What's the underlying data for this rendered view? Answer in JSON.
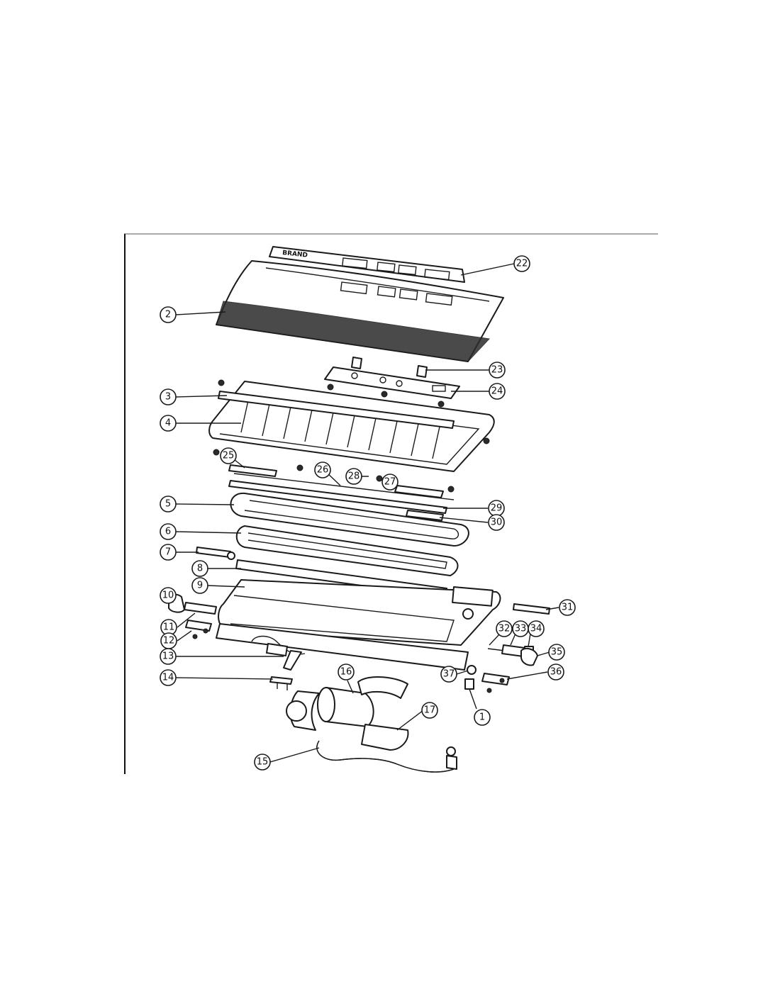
{
  "diagram": {
    "brand_text": "BRAND",
    "parts": [
      {
        "label": "1"
      },
      {
        "label": "2"
      },
      {
        "label": "3"
      },
      {
        "label": "4"
      },
      {
        "label": "5"
      },
      {
        "label": "6"
      },
      {
        "label": "7"
      },
      {
        "label": "8"
      },
      {
        "label": "9"
      },
      {
        "label": "10"
      },
      {
        "label": "11"
      },
      {
        "label": "12"
      },
      {
        "label": "13"
      },
      {
        "label": "14"
      },
      {
        "label": "15"
      },
      {
        "label": "16"
      },
      {
        "label": "17"
      },
      {
        "label": "22"
      },
      {
        "label": "23"
      },
      {
        "label": "24"
      },
      {
        "label": "25"
      },
      {
        "label": "26"
      },
      {
        "label": "27"
      },
      {
        "label": "28"
      },
      {
        "label": "29"
      },
      {
        "label": "30"
      },
      {
        "label": "31"
      },
      {
        "label": "32"
      },
      {
        "label": "33"
      },
      {
        "label": "34"
      },
      {
        "label": "35"
      },
      {
        "label": "36"
      },
      {
        "label": "37"
      }
    ]
  }
}
